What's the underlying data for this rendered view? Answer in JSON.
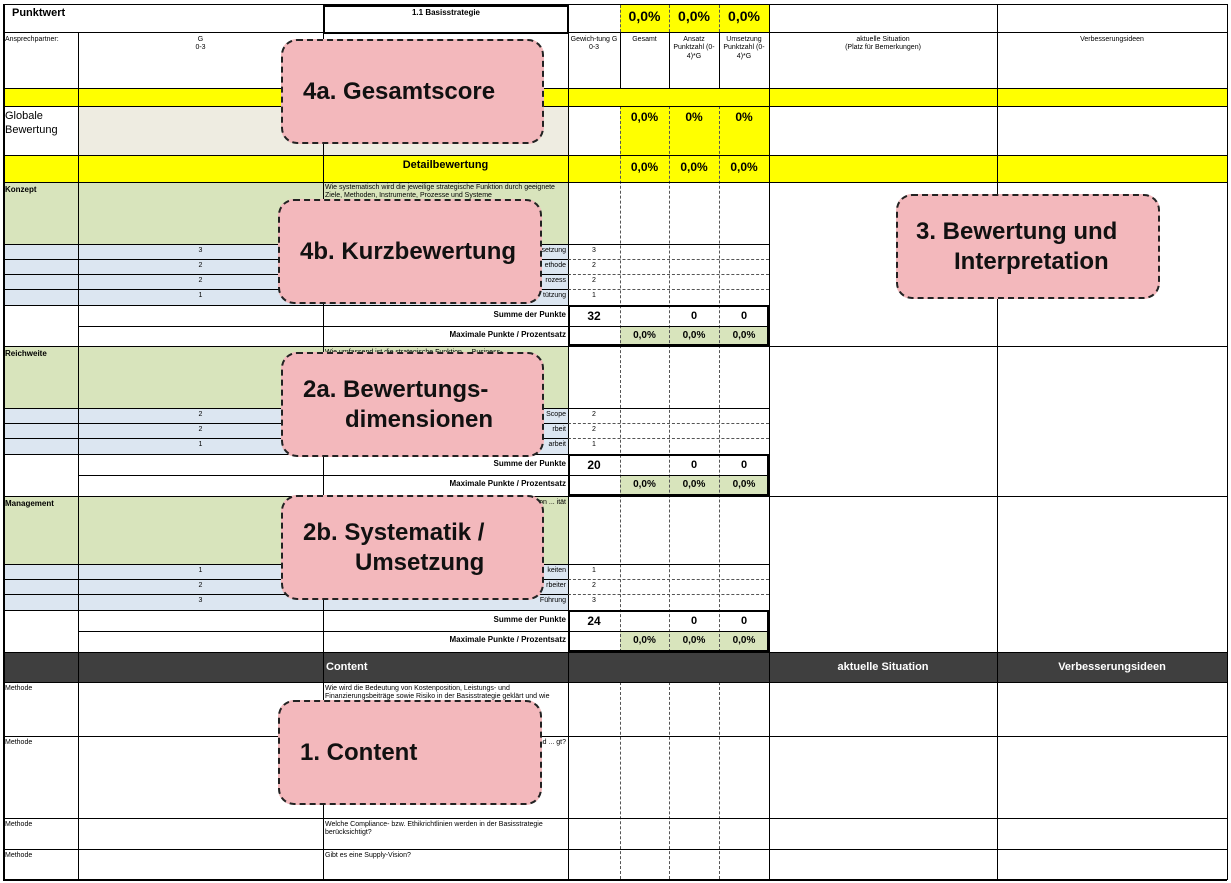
{
  "colors": {
    "yellow": "#ffff00",
    "green": "#d8e4bc",
    "blue": "#dce6f1",
    "beige": "#eeece1",
    "dark": "#3f3f3f",
    "callout": "#f3b8bc"
  },
  "header": {
    "punktwert": "Punktwert",
    "strategy": "1.1 Basisstrategie",
    "totals": [
      "0,0%",
      "0,0%",
      "0,0%"
    ]
  },
  "columns": {
    "ansprechpartner": "Ansprechpartner:",
    "g": "G",
    "g_range": "0-3",
    "gewichtung": "Gewich-tung G 0-3",
    "gesamt": "Gesamt",
    "ansatz": "Ansatz Punktzahl (0-4)*G",
    "umsetzung": "Umsetzung Punktzahl (0-4)*G",
    "situation": "aktuelle Situation",
    "situation_note": "(Platz für Bemerkungen)",
    "ideen": "Verbesserungsideen"
  },
  "global": {
    "label": "Globale Bewertung",
    "values": [
      "0,0%",
      "0%",
      "0%"
    ]
  },
  "detail": {
    "label": "Detailbewertung",
    "values": [
      "0,0%",
      "0,0%",
      "0,0%"
    ]
  },
  "sections": [
    {
      "name": "Konzept",
      "question": "Wie systematisch wird die jeweilige strategische Funktion durch geeignete Ziele, Methoden, Instrumente, Prozesse und Systeme",
      "rows": [
        {
          "g": "3",
          "text": "setzung",
          "w": "3"
        },
        {
          "g": "2",
          "text": "ethode",
          "w": "2"
        },
        {
          "g": "2",
          "text": "rozess",
          "w": "2"
        },
        {
          "g": "1",
          "text": "tützung",
          "w": "1"
        }
      ],
      "sum_label": "Summe der Punkte",
      "sum": "32",
      "sum_a": "0",
      "sum_u": "0",
      "max_label": "Maximale Punkte  /  Prozentsatz",
      "pct": [
        "0,0%",
        "0,0%",
        "0,0%"
      ]
    },
    {
      "name": "Reichweite",
      "question": "Wie umfassend ist die strategische Funktion ... Business-",
      "rows": [
        {
          "g": "2",
          "text": "Scope",
          "w": "2"
        },
        {
          "g": "2",
          "text": "rbeit",
          "w": "2"
        },
        {
          "g": "1",
          "text": "arbeit",
          "w": "1"
        }
      ],
      "sum_label": "Summe der Punkte",
      "sum": "20",
      "sum_a": "0",
      "sum_u": "0",
      "max_label": "Maximale Punkte  /  Prozentsatz",
      "pct": [
        "0,0%",
        "0,0%",
        "0,0%"
      ]
    },
    {
      "name": "Management",
      "question": "on ... ität",
      "rows": [
        {
          "g": "1",
          "text": "keiten",
          "w": "1"
        },
        {
          "g": "2",
          "text": "rbeiter",
          "w": "2"
        },
        {
          "g": "3",
          "text": "Führung",
          "w": "3"
        }
      ],
      "sum_label": "Summe der Punkte",
      "sum": "24",
      "sum_a": "0",
      "sum_u": "0",
      "max_label": "Maximale Punkte  /  Prozentsatz",
      "pct": [
        "0,0%",
        "0,0%",
        "0,0%"
      ]
    }
  ],
  "content_header": {
    "content": "Content",
    "situation": "aktuelle Situation",
    "ideen": "Verbesserungsideen"
  },
  "content_rows": [
    {
      "label": "Methode",
      "text": "Wie wird die Bedeutung von Kostenposition, Leistungs- und Finanzierungsbeiträge sowie Risiko in der Basisstrategie geklärt und wie"
    },
    {
      "label": "Methode",
      "text": "und ... gt?"
    },
    {
      "label": "Methode",
      "text": "Welche Compliance- bzw. Ethikrichtlinien werden in der Basisstrategie berücksichtigt?"
    },
    {
      "label": "Methode",
      "text": "Gibt es eine Supply-Vision?"
    }
  ],
  "callouts": {
    "gesamtscore": "4a. Gesamtscore",
    "kurzbewertung": "4b. Kurzbewertung",
    "bewertung_line1": "3.  Bewertung und",
    "bewertung_line2": "Interpretation",
    "dimensionen_line1": "2a. Bewertungs-",
    "dimensionen_line2": "dimensionen",
    "systematik_line1": "2b.  Systematik /",
    "systematik_line2": "Umsetzung",
    "content": "1.  Content"
  }
}
